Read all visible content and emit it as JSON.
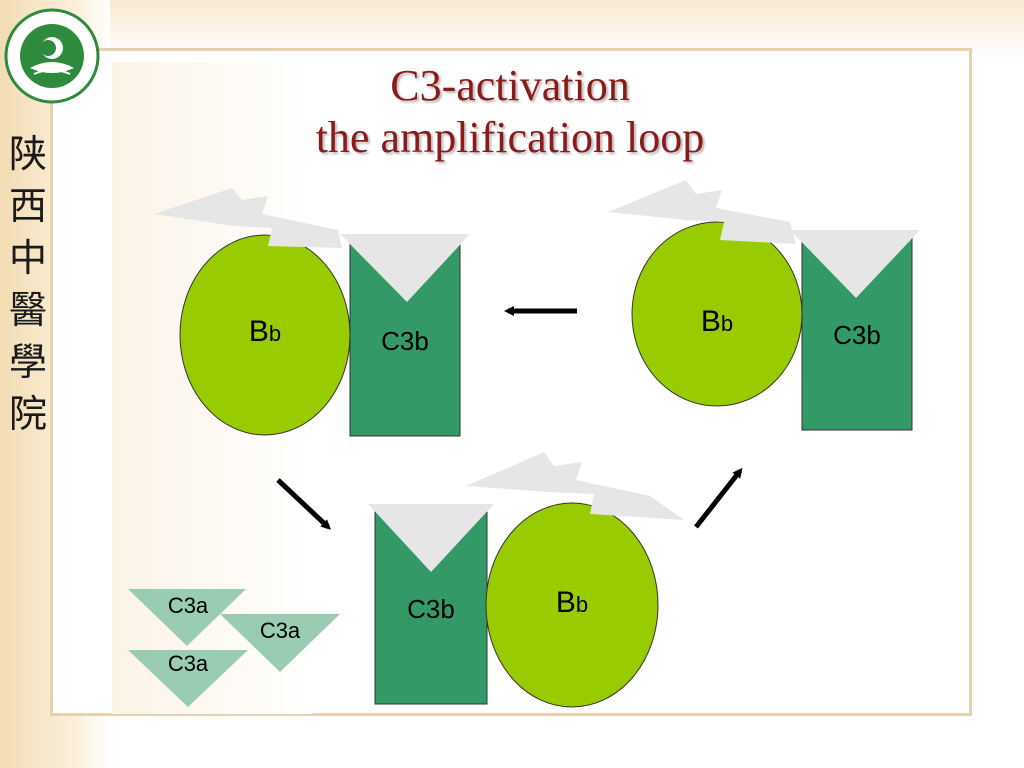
{
  "sidebar": {
    "vertical_chars": [
      "陕",
      "西",
      "中",
      "醫",
      "學",
      "院"
    ]
  },
  "title": {
    "line1": "C3-activation",
    "line2": "the amplification loop"
  },
  "complexes": [
    {
      "bb_main": "B",
      "bb_sub": "b",
      "c3b": "C3b"
    },
    {
      "bb_main": "B",
      "bb_sub": "b",
      "c3b": "C3b"
    },
    {
      "bb_main": "B",
      "bb_sub": "b",
      "c3b": "C3b"
    }
  ],
  "fragments": [
    "C3a",
    "C3a",
    "C3a"
  ],
  "colors": {
    "title": "#8b1a1a",
    "bb_fill": "#99cc00",
    "c3b_fill": "#339966",
    "c3a_fill": "#99ccb0",
    "bolt_fill": "#e6e6e6"
  }
}
